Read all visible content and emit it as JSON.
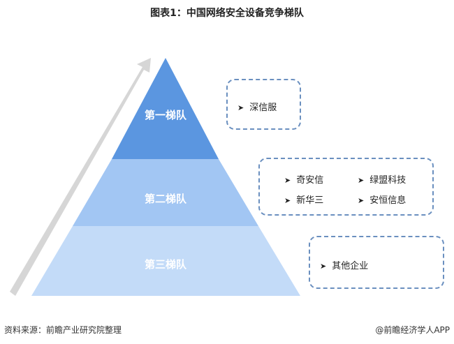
{
  "title": "图表1：中国网络安全设备竞争梯队",
  "tiers": [
    {
      "label": "第一梯队",
      "color": "#5b96e0",
      "companies": [
        "深信服"
      ]
    },
    {
      "label": "第二梯队",
      "color": "#a2c6f3",
      "companies": [
        "奇安信",
        "绿盟科技",
        "新华三",
        "安恒信息"
      ]
    },
    {
      "label": "第三梯队",
      "color": "#c3dbf8",
      "companies": [
        "其他企业"
      ]
    }
  ],
  "footer": {
    "source": "资料来源：前瞻产业研究院整理",
    "credit": "@前瞻经济学人APP"
  }
}
